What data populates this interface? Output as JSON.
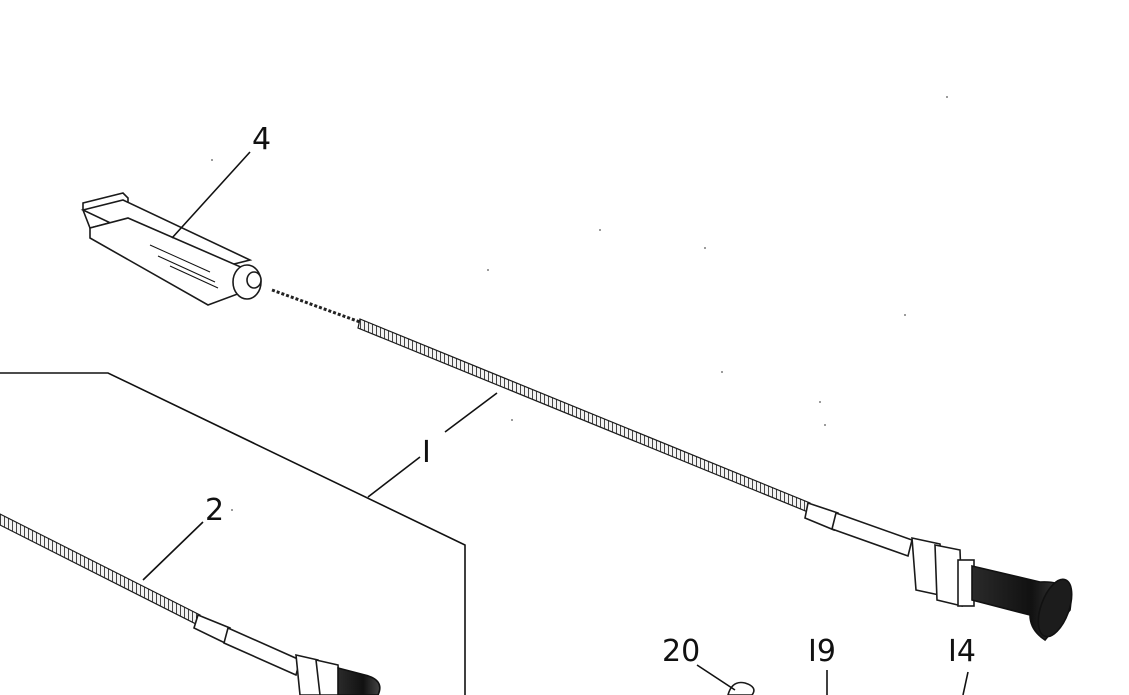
{
  "callouts": {
    "c1": "I",
    "c2": "2",
    "c4": "4",
    "c14": "I4",
    "c19": "I9",
    "c20": "20"
  },
  "colors": {
    "ink": "#111111",
    "background": "#ffffff"
  }
}
